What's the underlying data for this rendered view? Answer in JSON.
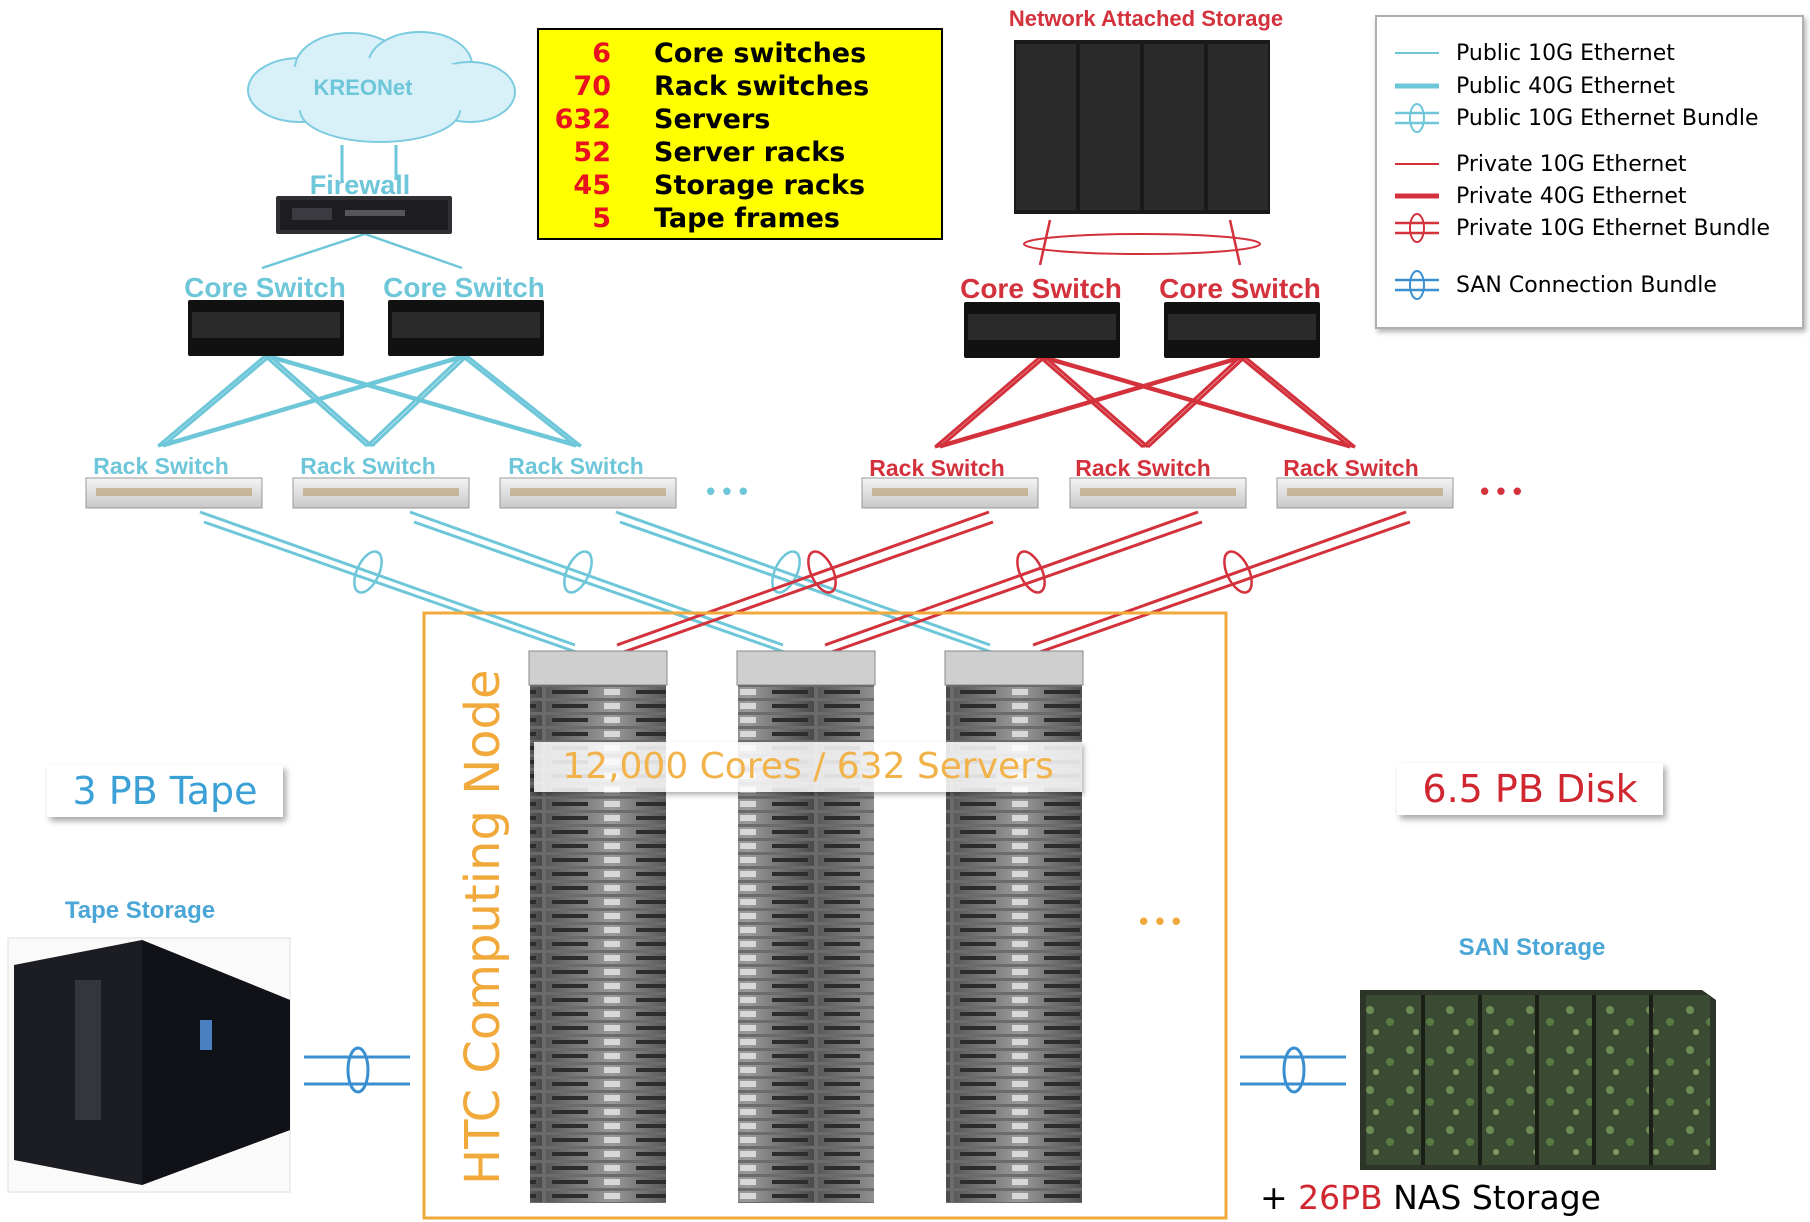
{
  "stats": [
    {
      "num": "6",
      "label": "Core switches"
    },
    {
      "num": "70",
      "label": "Rack switches"
    },
    {
      "num": "632",
      "label": "Servers"
    },
    {
      "num": "52",
      "label": "Server racks"
    },
    {
      "num": "45",
      "label": "Storage racks"
    },
    {
      "num": "5",
      "label": "Tape frames"
    }
  ],
  "legend": [
    {
      "label": "Public 10G Ethernet",
      "color": "#6ec6d9",
      "style": "thin"
    },
    {
      "label": "Public 40G Ethernet",
      "color": "#6ec6d9",
      "style": "thick"
    },
    {
      "label": "Public 10G Ethernet Bundle",
      "color": "#6ec6d9",
      "style": "bundle"
    },
    {
      "label": "Private 10G Ethernet",
      "color": "#d3323c",
      "style": "thin"
    },
    {
      "label": "Private 40G Ethernet",
      "color": "#d3323c",
      "style": "thick"
    },
    {
      "label": "Private 10G Ethernet Bundle",
      "color": "#d3323c",
      "style": "bundle"
    },
    {
      "label": "SAN Connection Bundle",
      "color": "#3a8fd0",
      "style": "bundle"
    }
  ],
  "kreonet": "KREONet",
  "firewall": "Firewall",
  "nas_title": "Network Attached Storage",
  "core_switch": "Core Switch",
  "rack_switch": "Rack Switch",
  "ellipsis": "• • •",
  "tape_capacity": "3 PB Tape",
  "disk_capacity": "6.5 PB Disk",
  "tape_storage": "Tape Storage",
  "san_storage": "SAN Storage",
  "htc_node": "HTC Computing Node",
  "cores_servers": "12,000 Cores / 632 Servers",
  "nas_extra": {
    "prefix": "+ ",
    "amount": "26PB",
    "suffix": " NAS Storage"
  },
  "colors": {
    "public": "#6ec6d9",
    "private": "#d3323c",
    "san": "#3a8fd0",
    "htc": "#f2a93b",
    "stats_bg": "#ffff00"
  }
}
